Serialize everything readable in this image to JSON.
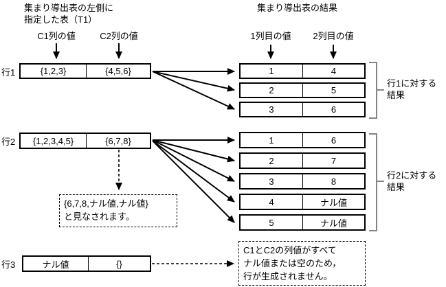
{
  "colors": {
    "line_color": "#000000",
    "bracket_color": "#848484"
  },
  "header": {
    "left_title_line1": "集まり導出表の左側に",
    "left_title_line2": "指定した表（T1）",
    "right_title": "集まり導出表の結果"
  },
  "source_table": {
    "c1_label": "C1列の値",
    "c2_label": "C2列の値",
    "rows": [
      {
        "label": "行1",
        "c1": "{1,2,3}",
        "c2": "{4,5,6}"
      },
      {
        "label": "行2",
        "c1": "{1,2,3,4,5}",
        "c2": "{6,7,8}"
      },
      {
        "label": "行3",
        "c1": "ナル値",
        "c2": "{}"
      }
    ]
  },
  "result_table": {
    "col1_label": "1列目の値",
    "col2_label": "2列目の値",
    "row1_results": [
      [
        "1",
        "4"
      ],
      [
        "2",
        "5"
      ],
      [
        "3",
        "6"
      ]
    ],
    "row2_results": [
      [
        "1",
        "6"
      ],
      [
        "2",
        "7"
      ],
      [
        "3",
        "8"
      ],
      [
        "4",
        "ナル値"
      ],
      [
        "5",
        "ナル値"
      ]
    ],
    "row1_brace_line1": "行1に対する",
    "row1_brace_line2": "結果",
    "row2_brace_line1": "行2に対する",
    "row2_brace_line2": "結果"
  },
  "notes": {
    "row2_note_line1": "{6,7,8,ナル値,ナル値}",
    "row2_note_line2": "と見なされます。",
    "row3_note_line1": "C1とC2の列値がすべて",
    "row3_note_line2": "ナル値または空のため，",
    "row3_note_line3": "行が生成されません。"
  }
}
